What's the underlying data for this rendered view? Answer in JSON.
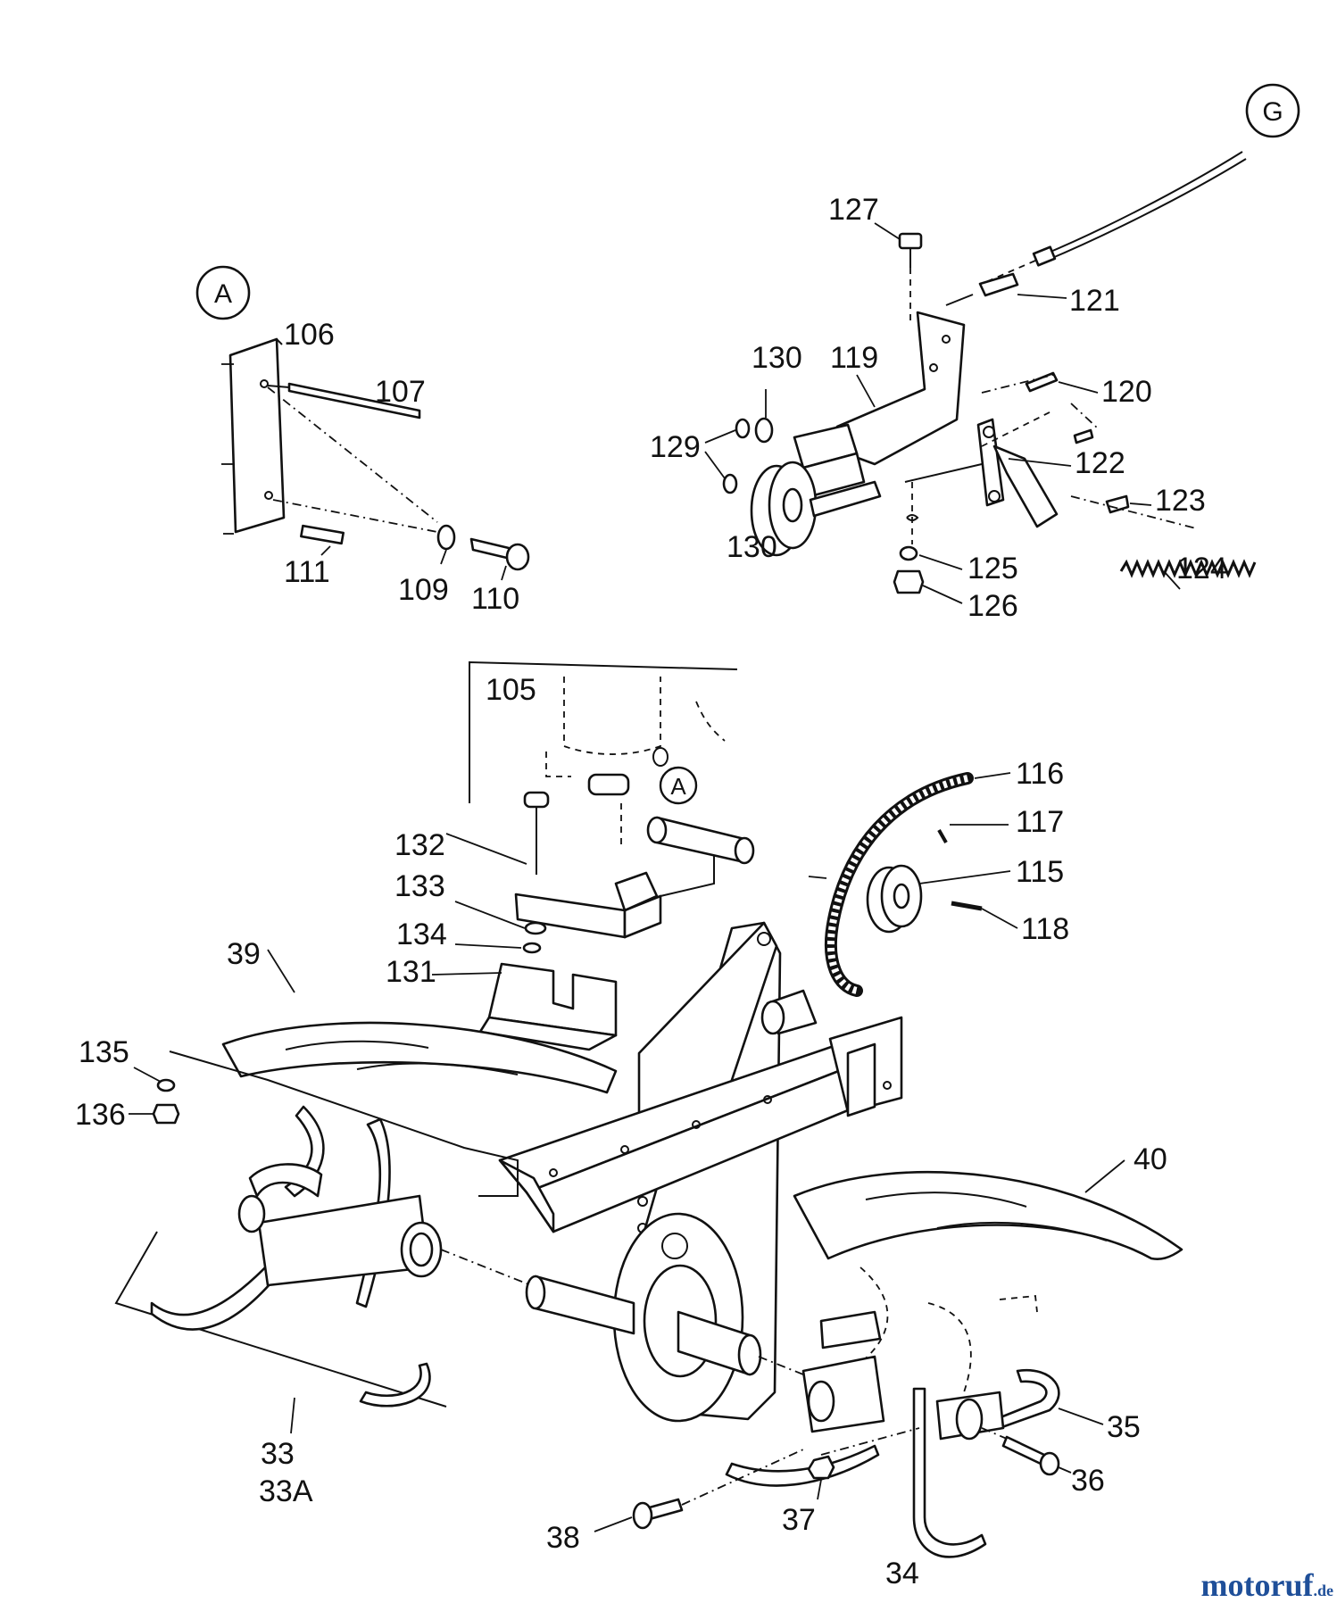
{
  "callouts": {
    "a": "A",
    "g": "G"
  },
  "labels": {
    "p33": "33",
    "p33a": "33A",
    "p34": "34",
    "p35": "35",
    "p36": "36",
    "p37": "37",
    "p38": "38",
    "p39": "39",
    "p40": "40",
    "p105": "105",
    "p106": "106",
    "p107": "107",
    "p109": "109",
    "p110": "110",
    "p111": "111",
    "p115": "115",
    "p116": "116",
    "p117": "117",
    "p118": "118",
    "p119": "119",
    "p120": "120",
    "p121": "121",
    "p122": "122",
    "p123": "123",
    "p124": "124",
    "p125": "125",
    "p126": "126",
    "p127": "127",
    "p129": "129",
    "p130a": "130",
    "p130b": "130",
    "p131": "131",
    "p132": "132",
    "p133": "133",
    "p134": "134",
    "p135": "135",
    "p136": "136"
  },
  "watermark": {
    "text": "motoruf",
    "suffix": ".de",
    "color": "#1f4f99"
  }
}
